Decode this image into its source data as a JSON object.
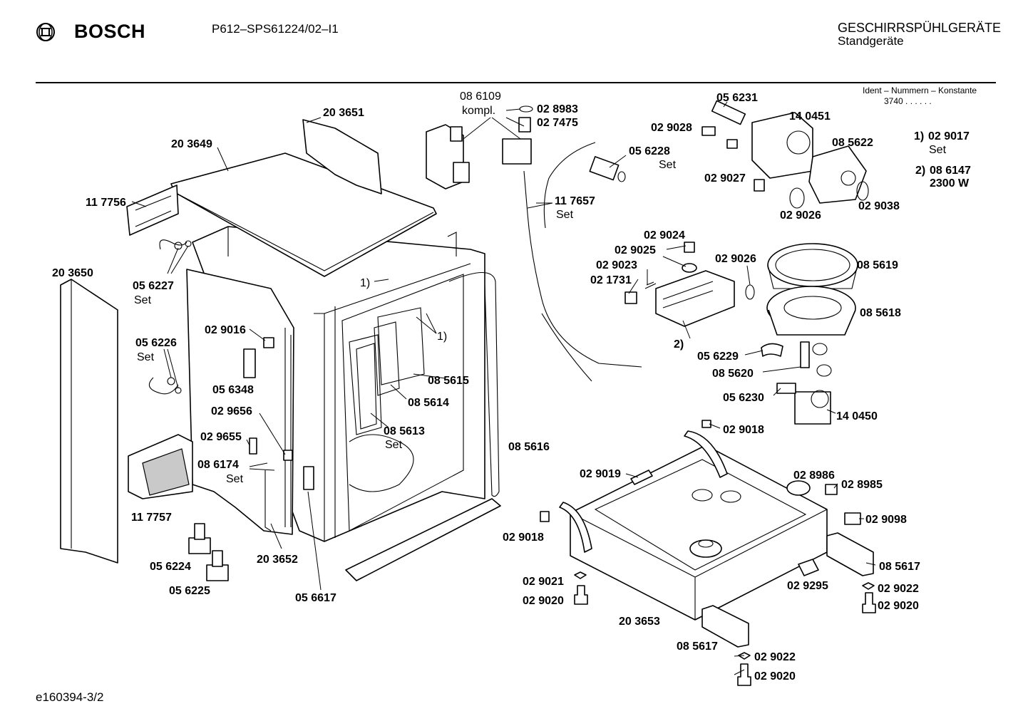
{
  "header": {
    "brand": "BOSCH",
    "model": "P612–SPS61224/02–I1",
    "category_line1": "GESCHIRRSPÜHLGERÄTE",
    "category_line2": "Standgeräte",
    "ident_label": "Ident – Nummern – Konstante",
    "ident_value": "3740 . . . . . ."
  },
  "footer": {
    "doc_id": "e160394-3/2"
  },
  "notes": [
    {
      "key": "1)",
      "part": "02 9017",
      "sub": "Set"
    },
    {
      "key": "2)",
      "part": "08 6147",
      "sub": "2300 W"
    }
  ],
  "labels": {
    "l_203651": "20 3651",
    "l_203649": "20 3649",
    "l_117756": "11 7756",
    "l_056227": "05 6227",
    "l_056227_set": "Set",
    "l_203650": "20 3650",
    "l_056226": "05 6226",
    "l_056226_set": "Set",
    "l_029016": "02 9016",
    "l_056348": "05 6348",
    "l_029656": "02 9656",
    "l_029655": "02 9655",
    "l_086174": "08 6174",
    "l_086174_set": "Set",
    "l_117757": "11 7757",
    "l_056224": "05 6224",
    "l_056225": "05 6225",
    "l_203652": "20 3652",
    "l_056617": "05 6617",
    "l_085615": "08 5615",
    "l_085614": "08 5614",
    "l_085613": "08 5613",
    "l_085613_set": "Set",
    "l_085616": "08 5616",
    "l_note1_top": "1)",
    "l_note1_mid": "1)",
    "l_086109": "08 6109",
    "l_086109_kompl": "kompl.",
    "l_028983": "02 8983",
    "l_027475": "02 7475",
    "l_117657": "11 7657",
    "l_117657_set": "Set",
    "l_056228": "05 6228",
    "l_056228_set": "Set",
    "l_056231": "05 6231",
    "l_029028": "02 9028",
    "l_140451": "14 0451",
    "l_085622": "08 5622",
    "l_029027": "02 9027",
    "l_029026a": "02 9026",
    "l_029038": "02 9038",
    "l_029024": "02 9024",
    "l_029025": "02 9025",
    "l_029023": "02 9023",
    "l_021731": "02 1731",
    "l_029026b": "02 9026",
    "l_note2": "2)",
    "l_085619": "08 5619",
    "l_085618": "08 5618",
    "l_056229": "05 6229",
    "l_085620": "08 5620",
    "l_056230": "05 6230",
    "l_140450": "14 0450",
    "l_029018a": "02 9018",
    "l_029019": "02 9019",
    "l_028986": "02 8986",
    "l_028985": "02 8985",
    "l_029098": "02 9098",
    "l_029018b": "02 9018",
    "l_085617a": "08 5617",
    "l_029295": "02 9295",
    "l_029022a": "02 9022",
    "l_029020a": "02 9020",
    "l_029021": "02 9021",
    "l_029020b": "02 9020",
    "l_203653": "20 3653",
    "l_085617b": "08 5617",
    "l_029022b": "02 9022",
    "l_029020c": "02 9020"
  }
}
